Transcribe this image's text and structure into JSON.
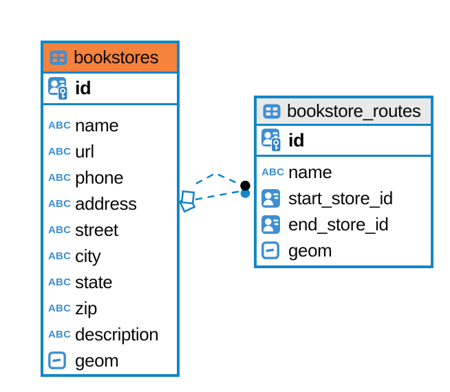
{
  "diagram": {
    "colors": {
      "table_border": "#1286C8",
      "icon_blue": "#3E8FD2",
      "bookstores_header": "#F6823D",
      "bookstore_routes_header": "#E9E9E9",
      "relationship_line": "#1286C8",
      "relationship_dot": "#000000",
      "text": "#0A0A0A"
    },
    "icons": {
      "abc": "ABC"
    },
    "tables": [
      {
        "name": "bookstores",
        "primary_key": {
          "label": "id",
          "type": "primary-key"
        },
        "columns": [
          {
            "label": "name",
            "type": "text"
          },
          {
            "label": "url",
            "type": "text"
          },
          {
            "label": "phone",
            "type": "text"
          },
          {
            "label": "address",
            "type": "text"
          },
          {
            "label": "street",
            "type": "text"
          },
          {
            "label": "city",
            "type": "text"
          },
          {
            "label": "state",
            "type": "text"
          },
          {
            "label": "zip",
            "type": "text"
          },
          {
            "label": "description",
            "type": "text"
          },
          {
            "label": "geom",
            "type": "geometry"
          }
        ]
      },
      {
        "name": "bookstore_routes",
        "primary_key": {
          "label": "id",
          "type": "primary-key"
        },
        "columns": [
          {
            "label": "name",
            "type": "text"
          },
          {
            "label": "start_store_id",
            "type": "reference"
          },
          {
            "label": "end_store_id",
            "type": "reference"
          },
          {
            "label": "geom",
            "type": "geometry"
          }
        ]
      }
    ],
    "relationships": [
      {
        "from": "bookstores",
        "to": "bookstore_routes",
        "style": "dashed"
      },
      {
        "from": "bookstores",
        "to": "bookstore_routes",
        "style": "dashed"
      }
    ]
  }
}
